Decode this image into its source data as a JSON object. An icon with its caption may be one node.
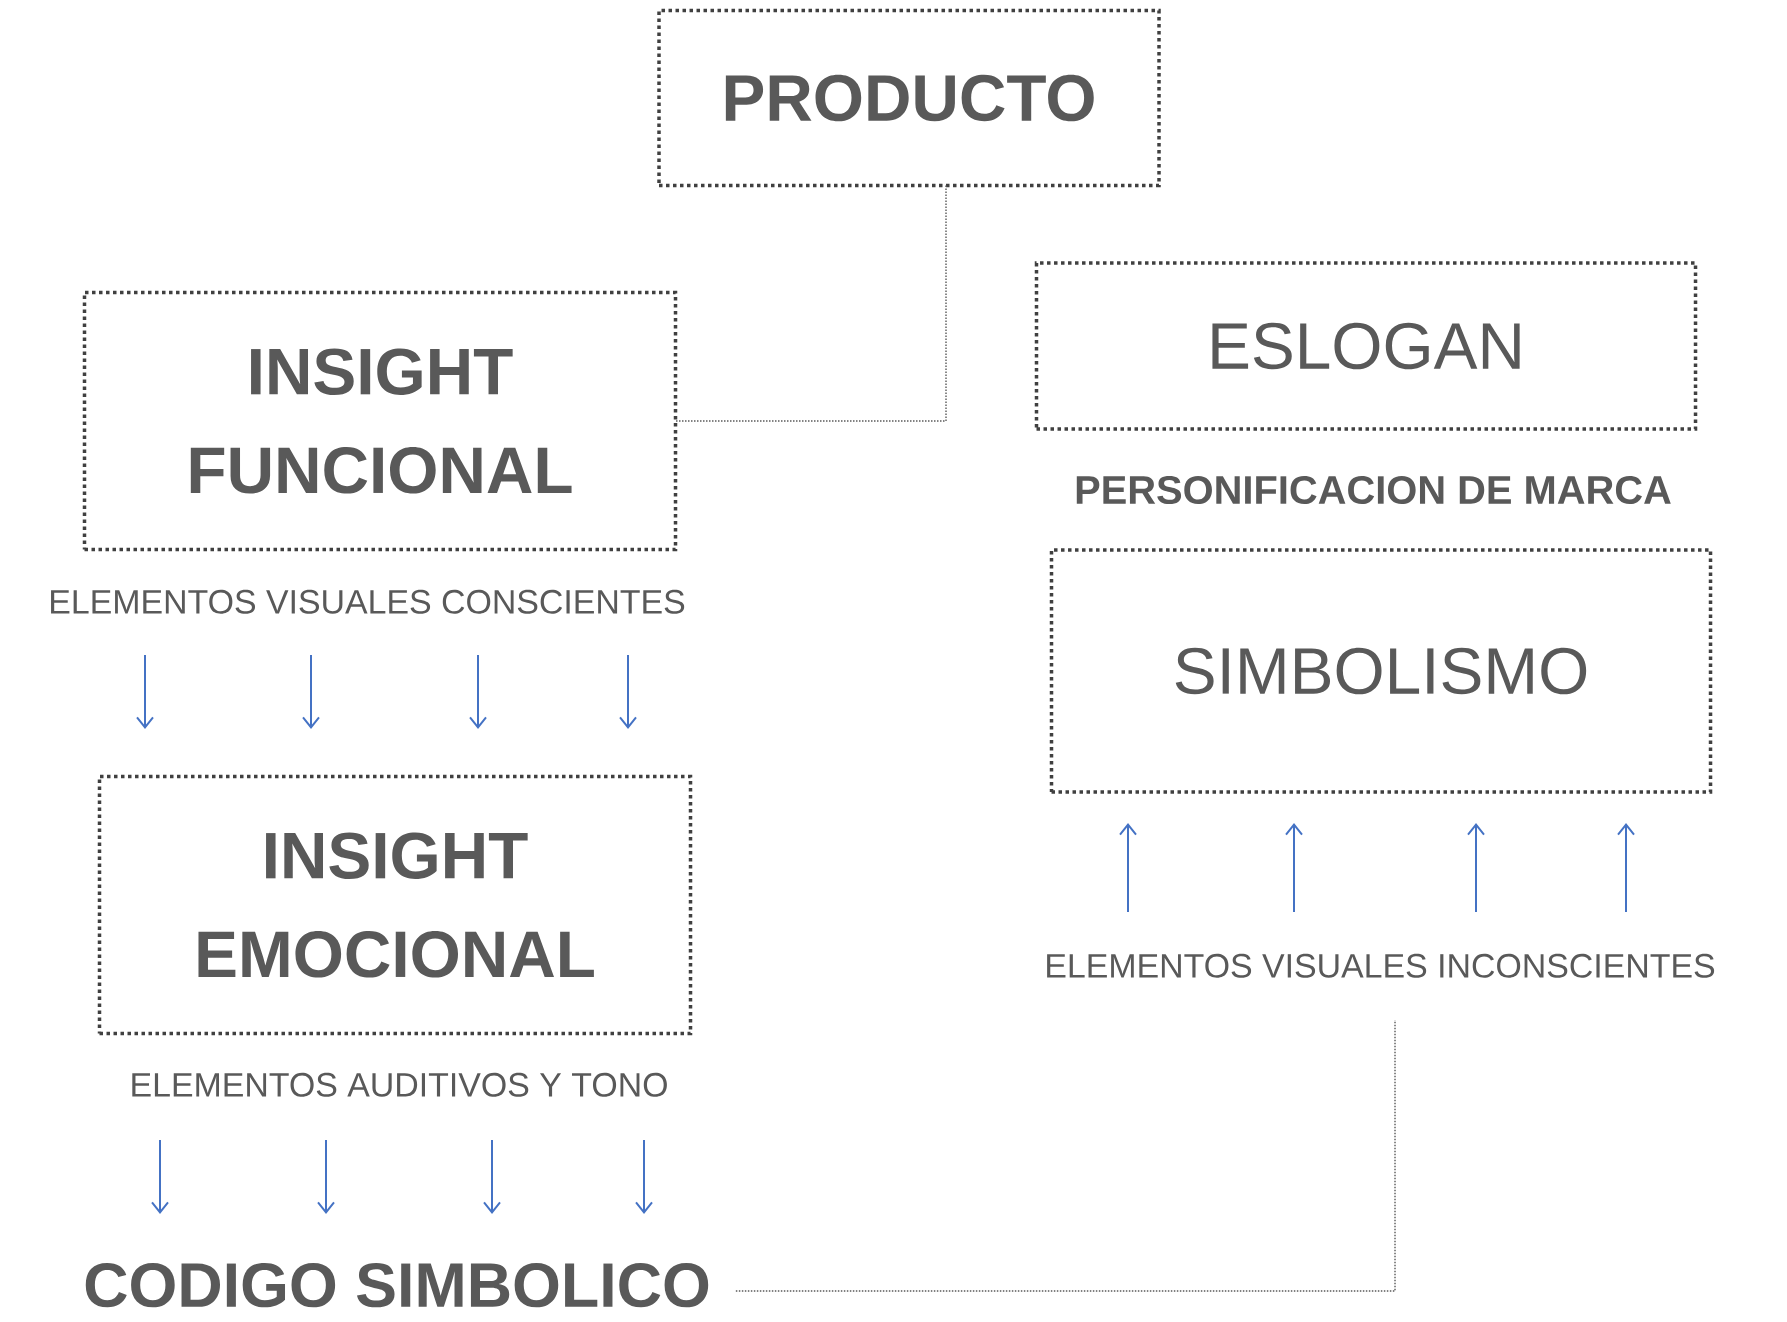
{
  "diagram": {
    "nodes": [
      {
        "text": [
          "PRODUCTO"
        ]
      },
      {
        "text": [
          "INSIGHT FUNCIONAL"
        ]
      },
      {
        "text": [
          "ESLOGAN"
        ]
      },
      {
        "text": [
          "ELEMENTOS VISUALES CONSCIENTES"
        ]
      },
      {
        "text": [
          "SIMBOLISMO"
        ]
      },
      {
        "text": [
          "INSIGHT EMOCIONAL"
        ]
      },
      {
        "text": [
          "ELEMENTOS VISUALES INCONSCIENTES"
        ]
      },
      {
        "text": [
          "ELEMENTOS AUDITIVOS Y TONO"
        ]
      },
      {
        "text": [
          "CODIGO SIMBOLICO"
        ]
      }
    ],
    "edges": [
      {
        "from": 0,
        "to": 1,
        "arrow": "none",
        "style": "dashed",
        "color": "#595959"
      },
      {
        "from": 3,
        "to": 5,
        "arrow": "to"
      },
      {
        "from": 3,
        "to": 5,
        "arrow": "to"
      },
      {
        "from": 3,
        "to": 5,
        "arrow": "to"
      },
      {
        "from": 3,
        "to": 5,
        "arrow": "to"
      },
      {
        "from": 6,
        "to": 4,
        "arrow": "to"
      },
      {
        "from": 6,
        "to": 4,
        "arrow": "to"
      },
      {
        "from": 6,
        "to": 4,
        "arrow": "to"
      },
      {
        "from": 6,
        "to": 4,
        "arrow": "to"
      },
      {
        "from": 7,
        "to": 8,
        "arrow": "to"
      },
      {
        "from": 7,
        "to": 8,
        "arrow": "to"
      },
      {
        "from": 7,
        "to": 8,
        "arrow": "to"
      },
      {
        "from": 7,
        "to": 8,
        "arrow": "to"
      },
      {
        "from": 8,
        "to": 6,
        "arrow": "none",
        "style": "dashed",
        "color": "#595959"
      }
    ],
    "labels": [
      "PERSONIFICACION DE MARCA"
    ]
  }
}
